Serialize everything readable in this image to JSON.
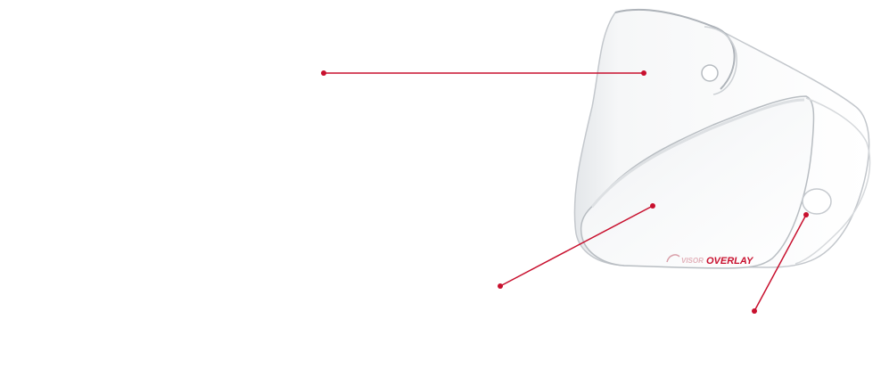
{
  "product": {
    "logo_text": "OVERLAY",
    "logo_prefix": "VISOR"
  },
  "callouts": [
    {
      "id": "outer-visor",
      "label": ""
    },
    {
      "id": "inner-lens",
      "label": ""
    },
    {
      "id": "mount-pin",
      "label": ""
    }
  ],
  "colors": {
    "callout": "#c8102e",
    "visor_edge": "#b9bdc2",
    "visor_fill": "#f3f5f7",
    "background": "#ffffff"
  }
}
